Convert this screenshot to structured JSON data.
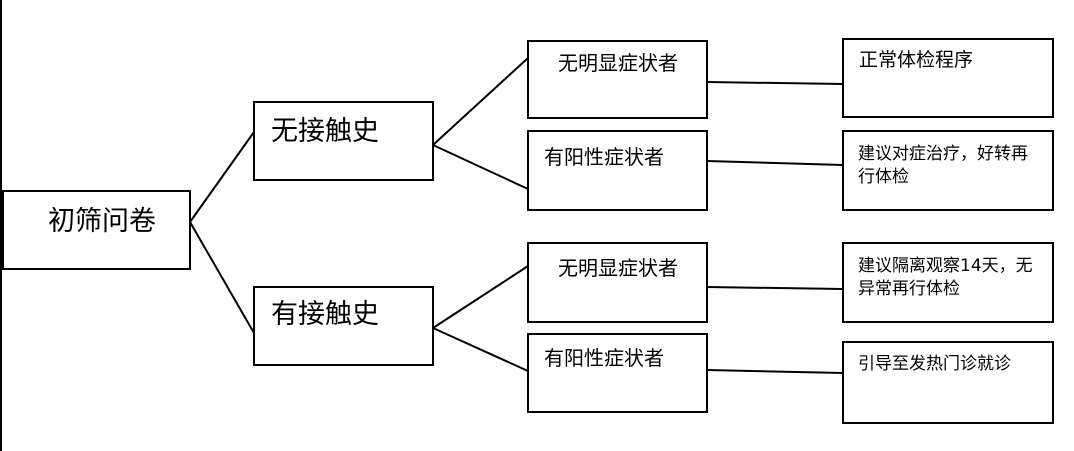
{
  "root": {
    "label": "初筛问卷"
  },
  "level1": [
    {
      "label": "无接触史"
    },
    {
      "label": "有接触史"
    }
  ],
  "level2": [
    {
      "label": "无明显症状者"
    },
    {
      "label": "有阳性症状者"
    },
    {
      "label": "无明显症状者"
    },
    {
      "label": "有阳性症状者"
    }
  ],
  "level3": [
    {
      "label": "正常体检程序"
    },
    {
      "label": "建议对症治疗，好转再行体检"
    },
    {
      "label": "建议隔离观察14天，无异常再行体检"
    },
    {
      "label": "引导至发热门诊就诊"
    }
  ]
}
